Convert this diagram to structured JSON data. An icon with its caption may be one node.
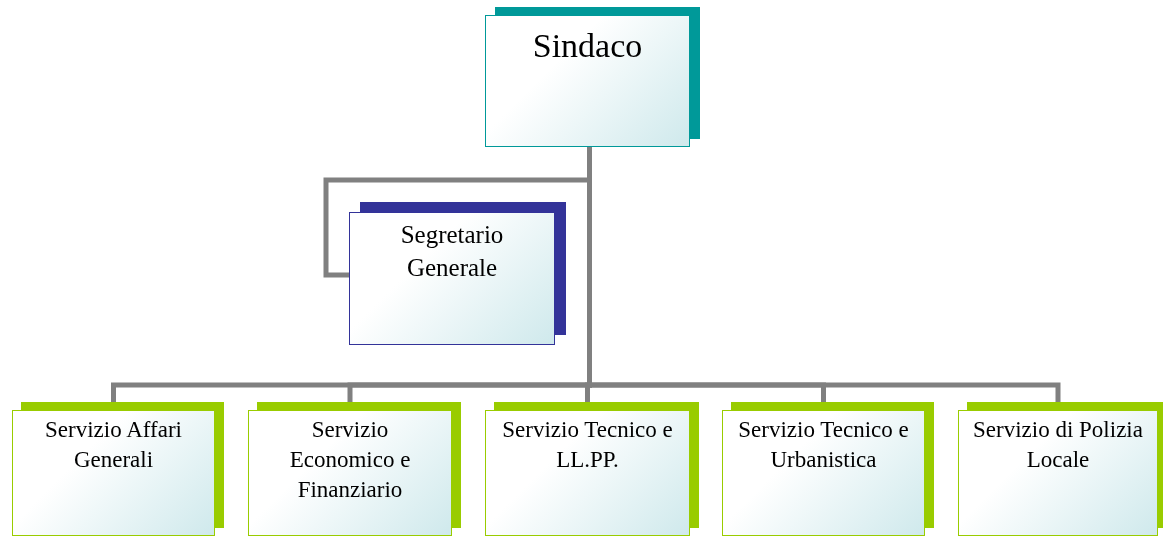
{
  "diagram": {
    "nodes": [
      {
        "text": [
          "Sindaco"
        ]
      },
      {
        "text": [
          "Segretario Generale"
        ]
      },
      {
        "text": [
          "Servizio Affari Generali"
        ]
      },
      {
        "text": [
          "Servizio Economico e Finanziario"
        ]
      },
      {
        "text": [
          "Servizio Tecnico e LL.PP."
        ]
      },
      {
        "text": [
          "Servizio Tecnico e Urbanistica"
        ]
      },
      {
        "text": [
          "Servizio di Polizia Locale"
        ]
      }
    ],
    "edges": [
      {
        "from": 0,
        "to": 1,
        "arrow": "none"
      },
      {
        "from": 0,
        "to": 2,
        "arrow": "none"
      },
      {
        "from": 0,
        "to": 3,
        "arrow": "none"
      },
      {
        "from": 0,
        "to": 4,
        "arrow": "none"
      },
      {
        "from": 0,
        "to": 5,
        "arrow": "none"
      },
      {
        "from": 0,
        "to": 6,
        "arrow": "none"
      }
    ]
  }
}
